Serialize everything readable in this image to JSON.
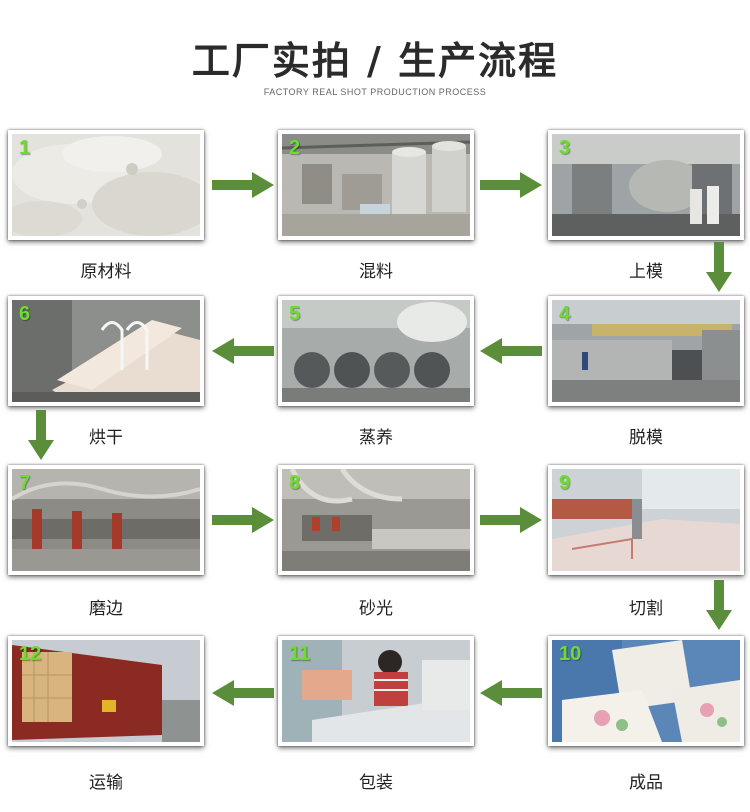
{
  "header": {
    "title": "工厂实拍 / 生产流程",
    "subtitle": "FACTORY REAL SHOT   PRODUCTION PROCESS"
  },
  "steps": [
    {
      "num": "1",
      "label": "原材料"
    },
    {
      "num": "2",
      "label": "混料"
    },
    {
      "num": "3",
      "label": "上模"
    },
    {
      "num": "4",
      "label": "脱模"
    },
    {
      "num": "5",
      "label": "蒸养"
    },
    {
      "num": "6",
      "label": "烘干"
    },
    {
      "num": "7",
      "label": "磨边"
    },
    {
      "num": "8",
      "label": "砂光"
    },
    {
      "num": "9",
      "label": "切割"
    },
    {
      "num": "10",
      "label": "成品"
    },
    {
      "num": "11",
      "label": "包装"
    },
    {
      "num": "12",
      "label": "运输"
    }
  ],
  "colors": {
    "arrow": "#5a8e3a",
    "number": "#6edc2e"
  }
}
